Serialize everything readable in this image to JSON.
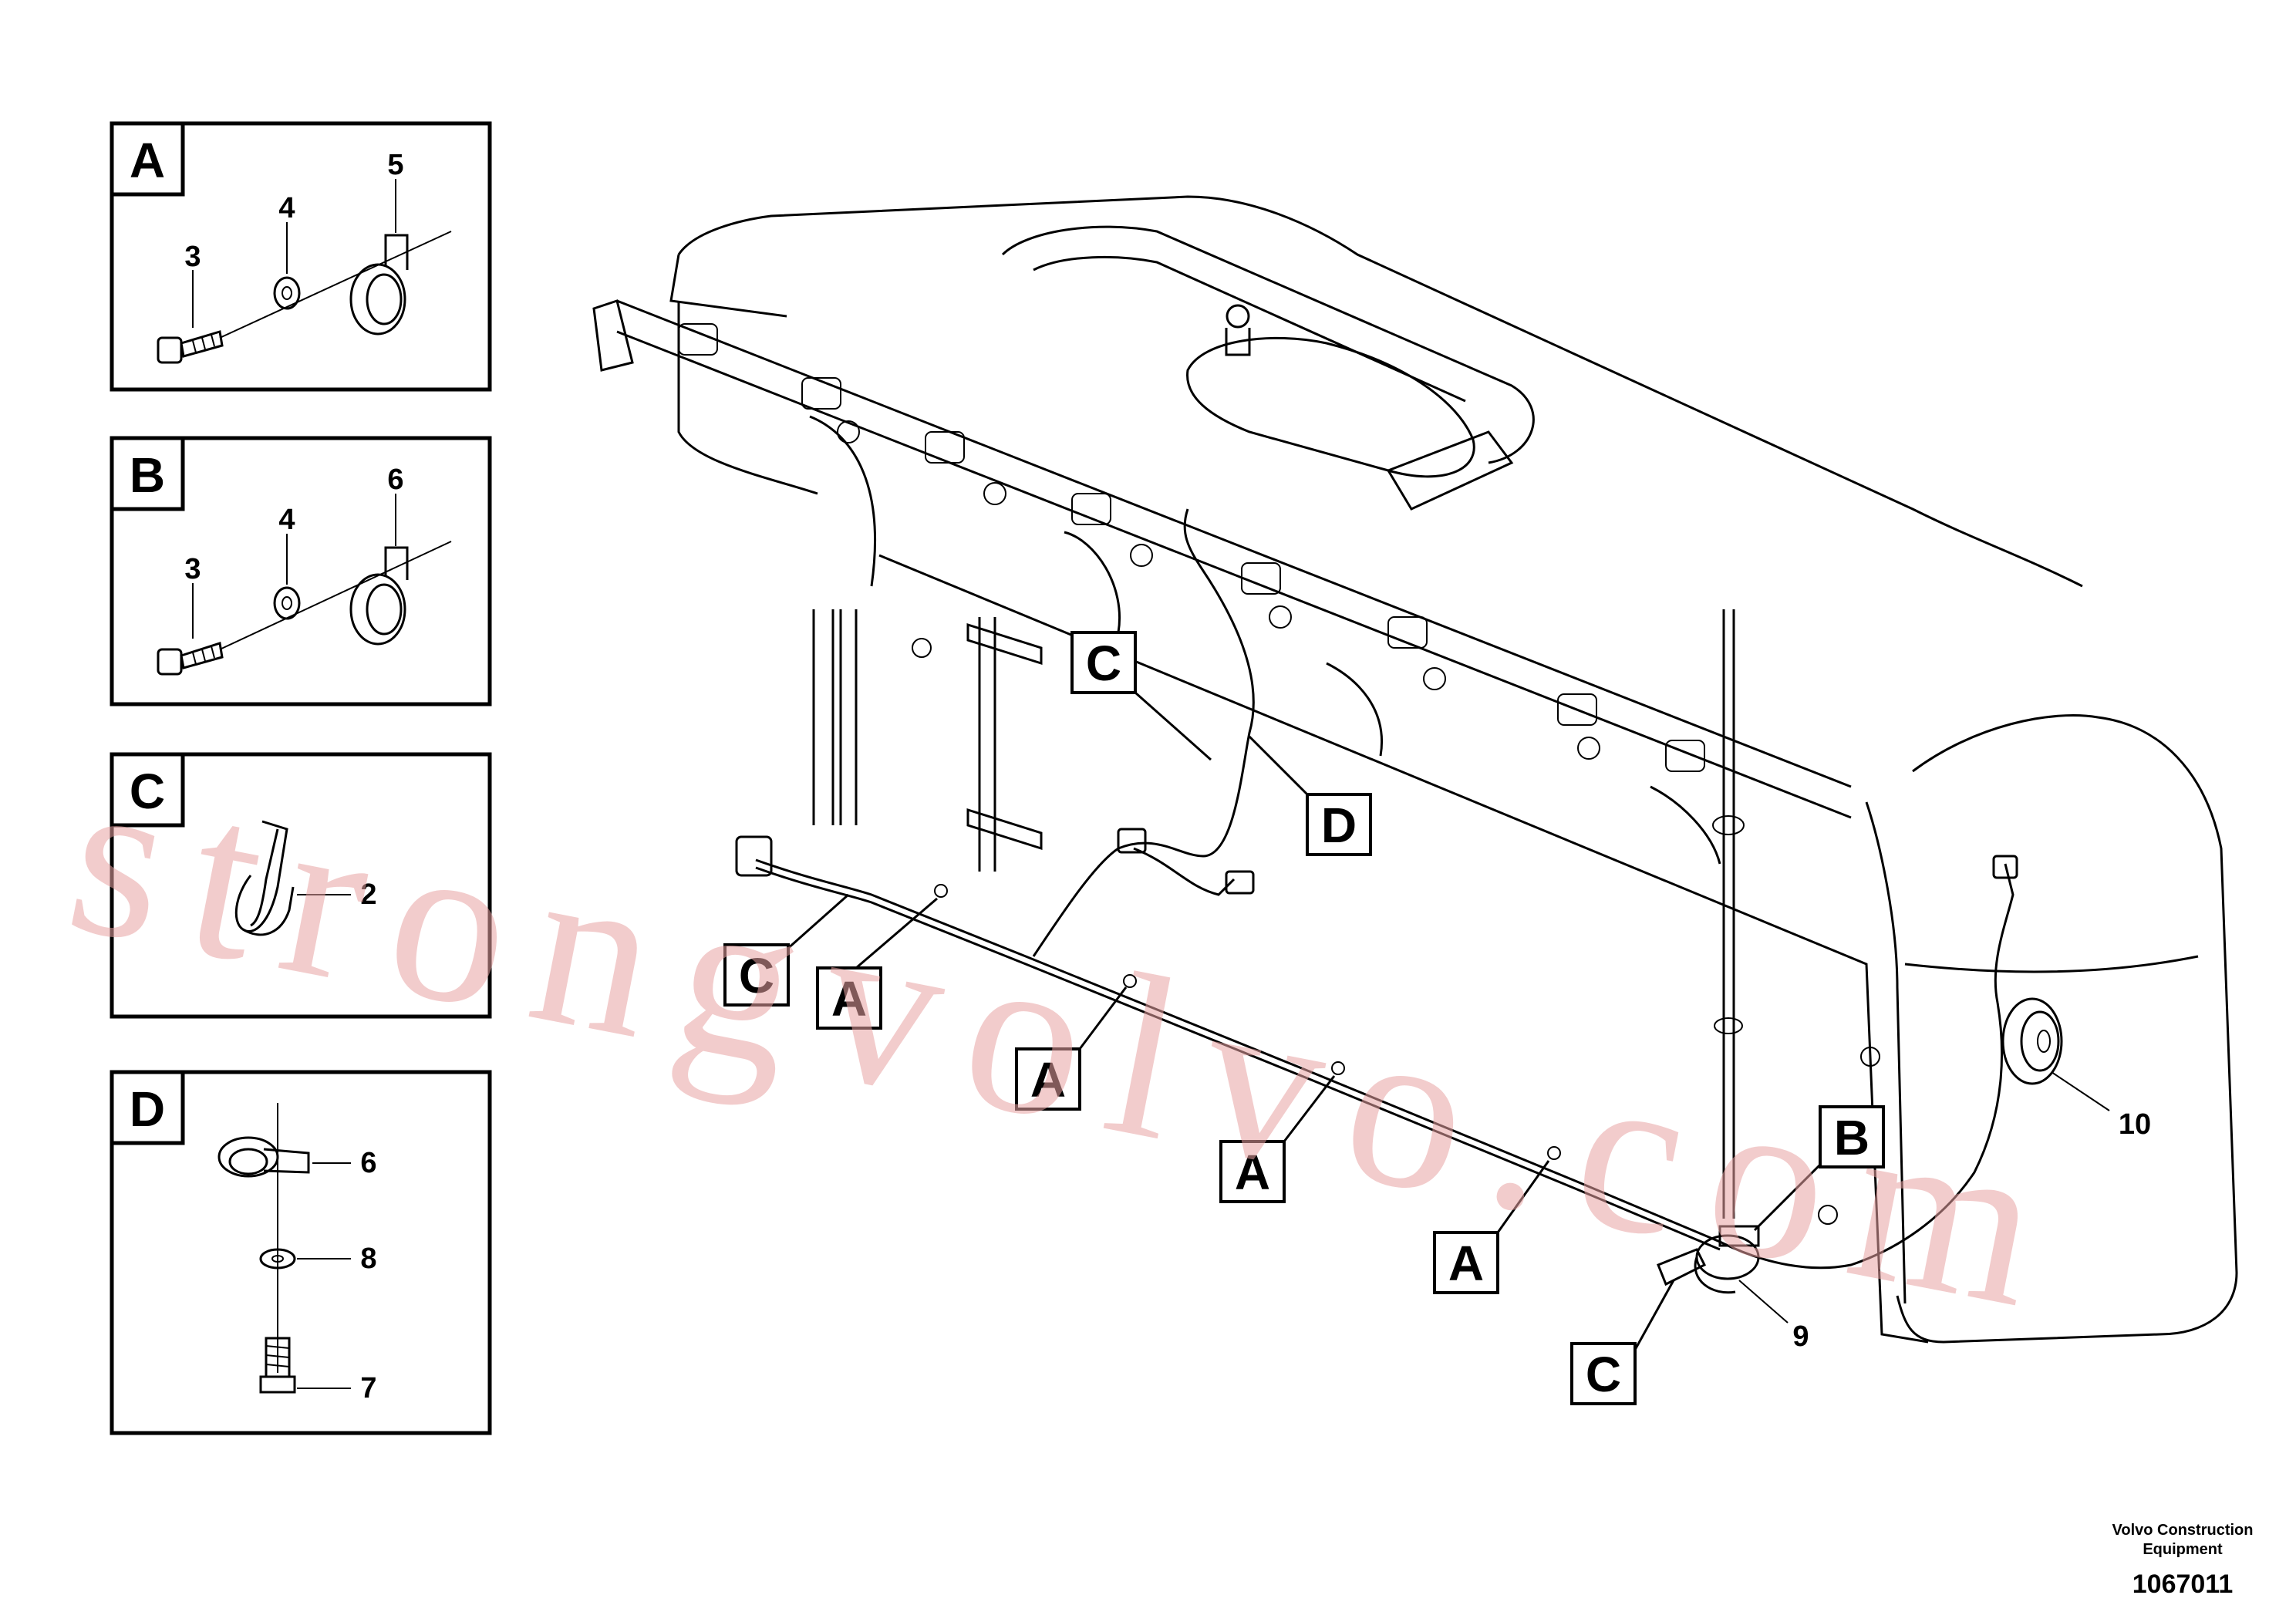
{
  "detail_panels": [
    {
      "letter": "A",
      "numbers": [
        "3",
        "4",
        "5"
      ]
    },
    {
      "letter": "B",
      "numbers": [
        "3",
        "4",
        "6"
      ]
    },
    {
      "letter": "C",
      "numbers": [
        "2"
      ]
    },
    {
      "letter": "D",
      "numbers": [
        "6",
        "8",
        "7"
      ]
    }
  ],
  "callouts": {
    "c1": "C",
    "d1": "D",
    "c2": "C",
    "a1": "A",
    "a2": "A",
    "a3": "A",
    "a4": "A",
    "b1": "B",
    "c3": "C"
  },
  "part_numbers": {
    "p9": "9",
    "p10": "10"
  },
  "watermark": "strongvolvo.com",
  "footer": {
    "company_line1": "Volvo Construction",
    "company_line2": "Equipment",
    "drawing_number": "1067011"
  }
}
